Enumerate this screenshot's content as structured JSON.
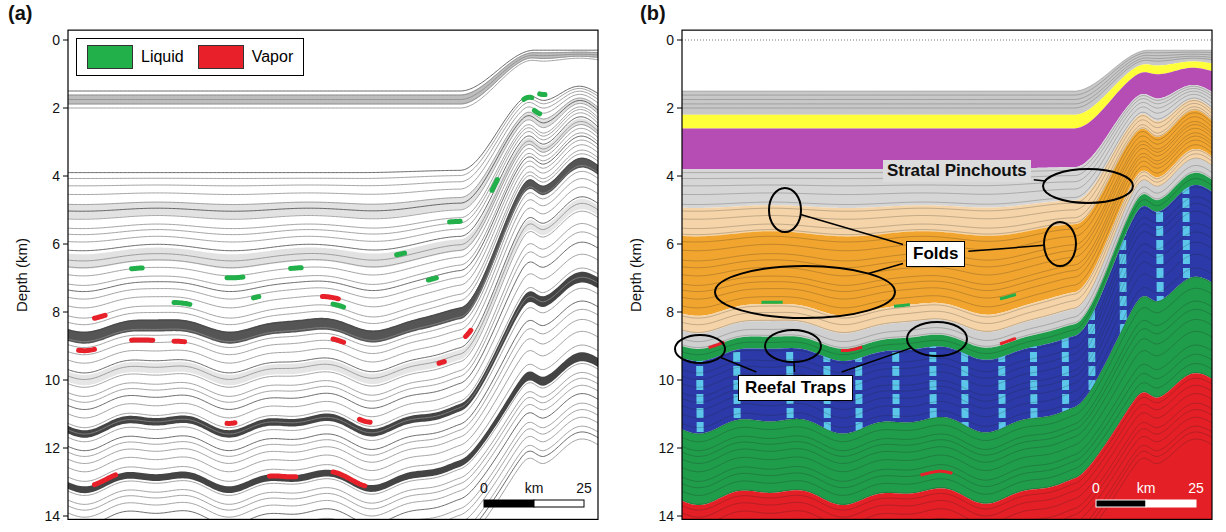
{
  "diagram": {
    "nodes": [
      {
        "text": [
          "Folds"
        ]
      },
      {
        "text": [
          "Reefal Traps"
        ]
      }
    ],
    "labels": [
      "(a)",
      "0",
      "2",
      "4",
      "6",
      "8",
      "10",
      "12",
      "14",
      "Depth (km)",
      "0",
      "km",
      "25",
      "(b)",
      "0",
      "2",
      "4",
      "6",
      "8",
      "10",
      "12",
      "14",
      "Depth (km)",
      "0",
      "km",
      "25",
      "Stratal Pinchouts"
    ],
    "legend": [
      {
        "text": "Liquid",
        "color": "#22b04a"
      },
      {
        "text": "Vapor",
        "color": "#e8202a"
      }
    ]
  }
}
